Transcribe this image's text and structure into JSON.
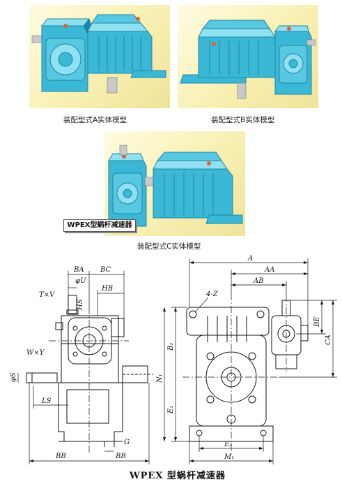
{
  "models": [
    {
      "caption": "装配型式A实体模型",
      "variant": "A"
    },
    {
      "caption": "装配型式B实体模型",
      "variant": "B"
    },
    {
      "caption": "装配型式C实体模型",
      "variant": "C"
    }
  ],
  "stamp_label": "WPEX型蜗杆减速器",
  "colors": {
    "housing": "#3ab8d6",
    "housing_dark": "#1d86a8",
    "housing_light": "#8fe0f0",
    "shaft": "#c9c9c9",
    "plug": "#e0622a",
    "background": "#f6eeaa"
  },
  "drawing": {
    "title": "WPEX 型蜗杆减速器",
    "labels": {
      "ba": "BA",
      "bc": "BC",
      "phi_u": "φU",
      "txv": "T×V",
      "hb": "HB",
      "hs": "HS",
      "wxy": "W×Y",
      "phi_s": "φS",
      "ls": "LS",
      "bb_left": "BB",
      "bb_right": "BB",
      "g": "G",
      "a": "A",
      "aa": "AA",
      "ab": "AB",
      "four_z": "4-Z",
      "be": "BE",
      "ca": "CA",
      "b2": "B₂",
      "e1": "E₁",
      "n1": "N₁",
      "e3": "E₃",
      "m1": "M₁"
    }
  }
}
